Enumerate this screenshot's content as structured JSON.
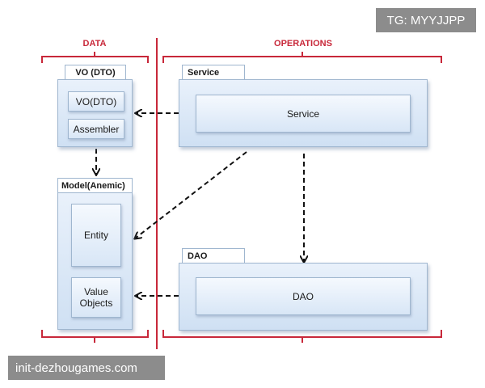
{
  "watermarks": {
    "top_right": "TG: MYYJJPP",
    "bottom_left": "init-dezhougames.com"
  },
  "sections": {
    "data": "DATA",
    "operations": "OPERATIONS"
  },
  "groups": {
    "vo": {
      "title": "VO (DTO)",
      "items": [
        "VO(DTO)",
        "Assembler"
      ]
    },
    "model": {
      "title": "Model(Anemic)",
      "items": [
        "Entity",
        "Value\nObjects"
      ]
    },
    "service": {
      "title": "Service",
      "inner": "Service"
    },
    "dao": {
      "title": "DAO",
      "inner": "DAO"
    }
  },
  "colors": {
    "accent_red": "#c8283a",
    "panel_border": "#9fb6cf",
    "arrow": "#111111"
  }
}
